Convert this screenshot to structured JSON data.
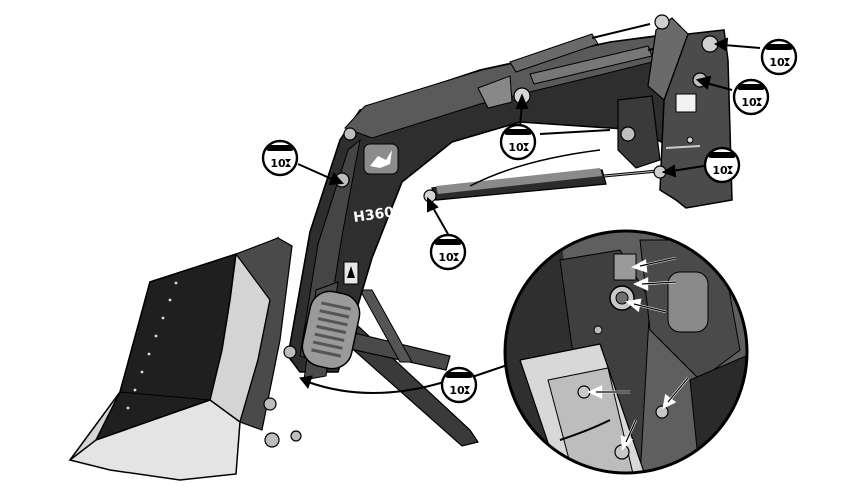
{
  "model_label": "H360",
  "callouts": [
    {
      "id": "top-right-pivot",
      "text": "10"
    },
    {
      "id": "right-upper-pivot",
      "text": "10"
    },
    {
      "id": "center-cylinder-pivot",
      "text": "10"
    },
    {
      "id": "left-boom-pivot",
      "text": "10"
    },
    {
      "id": "right-lower-pivot",
      "text": "10"
    },
    {
      "id": "lower-cylinder-pivot",
      "text": "10"
    },
    {
      "id": "bucket-linkage",
      "text": "10"
    }
  ],
  "colors": {
    "line": "#000000",
    "dark": "#2a2a2a",
    "mid": "#6e6e6e",
    "light": "#c8c8c8",
    "bucket_face": "#dcdcdc"
  }
}
